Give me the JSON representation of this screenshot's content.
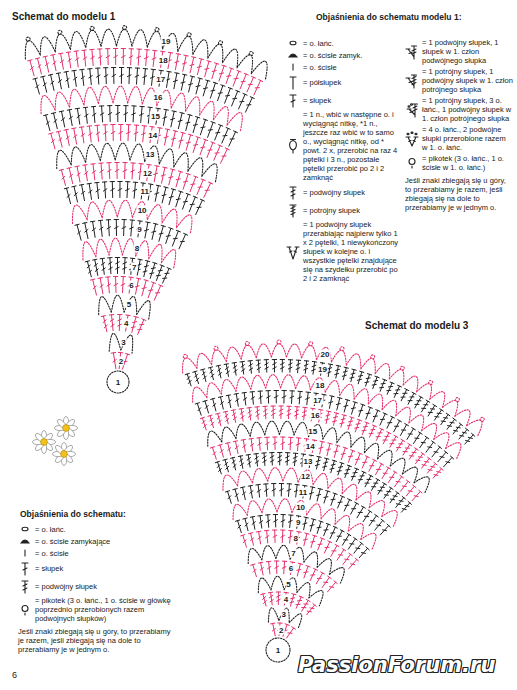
{
  "diagram": {
    "labels": [
      "Schemat do modelu 1",
      "Objaśnienia do schematu modelu 1:",
      "Jeśli znaki zbiegają się u góry, to przerabiamy je razem, jeśli zbiegają się na dole to przerabiamy je w jednym o.",
      "Schemat do modelu 3",
      "Objaśnienia do schematu:",
      "Jeśli znaki zbiegają się u góry, to przerabiamy je razem, jeśli zbiegają się na dole to przerabiamy je w jednym o.",
      "1",
      "2",
      "3",
      "4",
      "5",
      "6",
      "7",
      "8",
      "9",
      "10",
      "11",
      "12",
      "13",
      "14",
      "15",
      "16",
      "17",
      "18",
      "19",
      "1",
      "2",
      "3",
      "4",
      "5",
      "6",
      "7",
      "8",
      "9",
      "10",
      "11",
      "12",
      "13",
      "14",
      "15",
      "16",
      "17",
      "18",
      "19",
      "20",
      "6",
      "PassionForum.ru"
    ],
    "legend": [
      {
        "text": "= o. łańc."
      },
      {
        "text": "= o. ścisłe zamyk."
      },
      {
        "text": "= o. ścisłe"
      },
      {
        "text": "= półsłupek"
      },
      {
        "text": "= słupek"
      },
      {
        "text": "= 1 n., wbić w następne o. i wyciągnąć nitkę, *1 n., jeszcze raz wbić w to samo o., wyciągnąć nitkę, od * powt. 2 x, przerobić na raz 4 pętelki i 3 n., pozostałe pętelki przerobić po 2 i 2 zamknąć"
      },
      {
        "text": "= podwójny słupek"
      },
      {
        "text": "= potrójny słupek"
      },
      {
        "text": "= 1 podwójny słupek przerabiając najpierw tylko 1 x 2 pętelki, 1 niewykończony słupek w kolejne o. i wszystkie pętelki znajdujące się na szydełku przerobić po 2 i 2 zamknąć"
      },
      {
        "text": "= 1 podwójny słupek, 1 słupek w 1. człon podwójnego słupka"
      },
      {
        "text": "= 1 potrójny słupek, 1 podwójny słupek w 1. człon potrójnego słupka"
      },
      {
        "text": "= 1 potrójny słupek, 3 o. łańc., 1 podwójny słupek w 1. człon potrójnego słupka"
      },
      {
        "text": "= 4 o. łańc., 2 podwójne słupki przerobione razem w 1. o. łańc."
      },
      {
        "text": "= pikotek (3 o. łańc., 1 o. ścisłe w 1. o. łańc.)"
      },
      {
        "text": "= o. łańc."
      },
      {
        "text": "= o. ścisłe zamykające"
      },
      {
        "text": "= o. ścisłe"
      },
      {
        "text": "= słupek"
      },
      {
        "text": "= podwójny słupek"
      },
      {
        "text": "= pikotek (3 o. łańc., 1 o. ścisłe w główkę poprzednio przerobionych razem podwójnych słupków)"
      }
    ]
  }
}
